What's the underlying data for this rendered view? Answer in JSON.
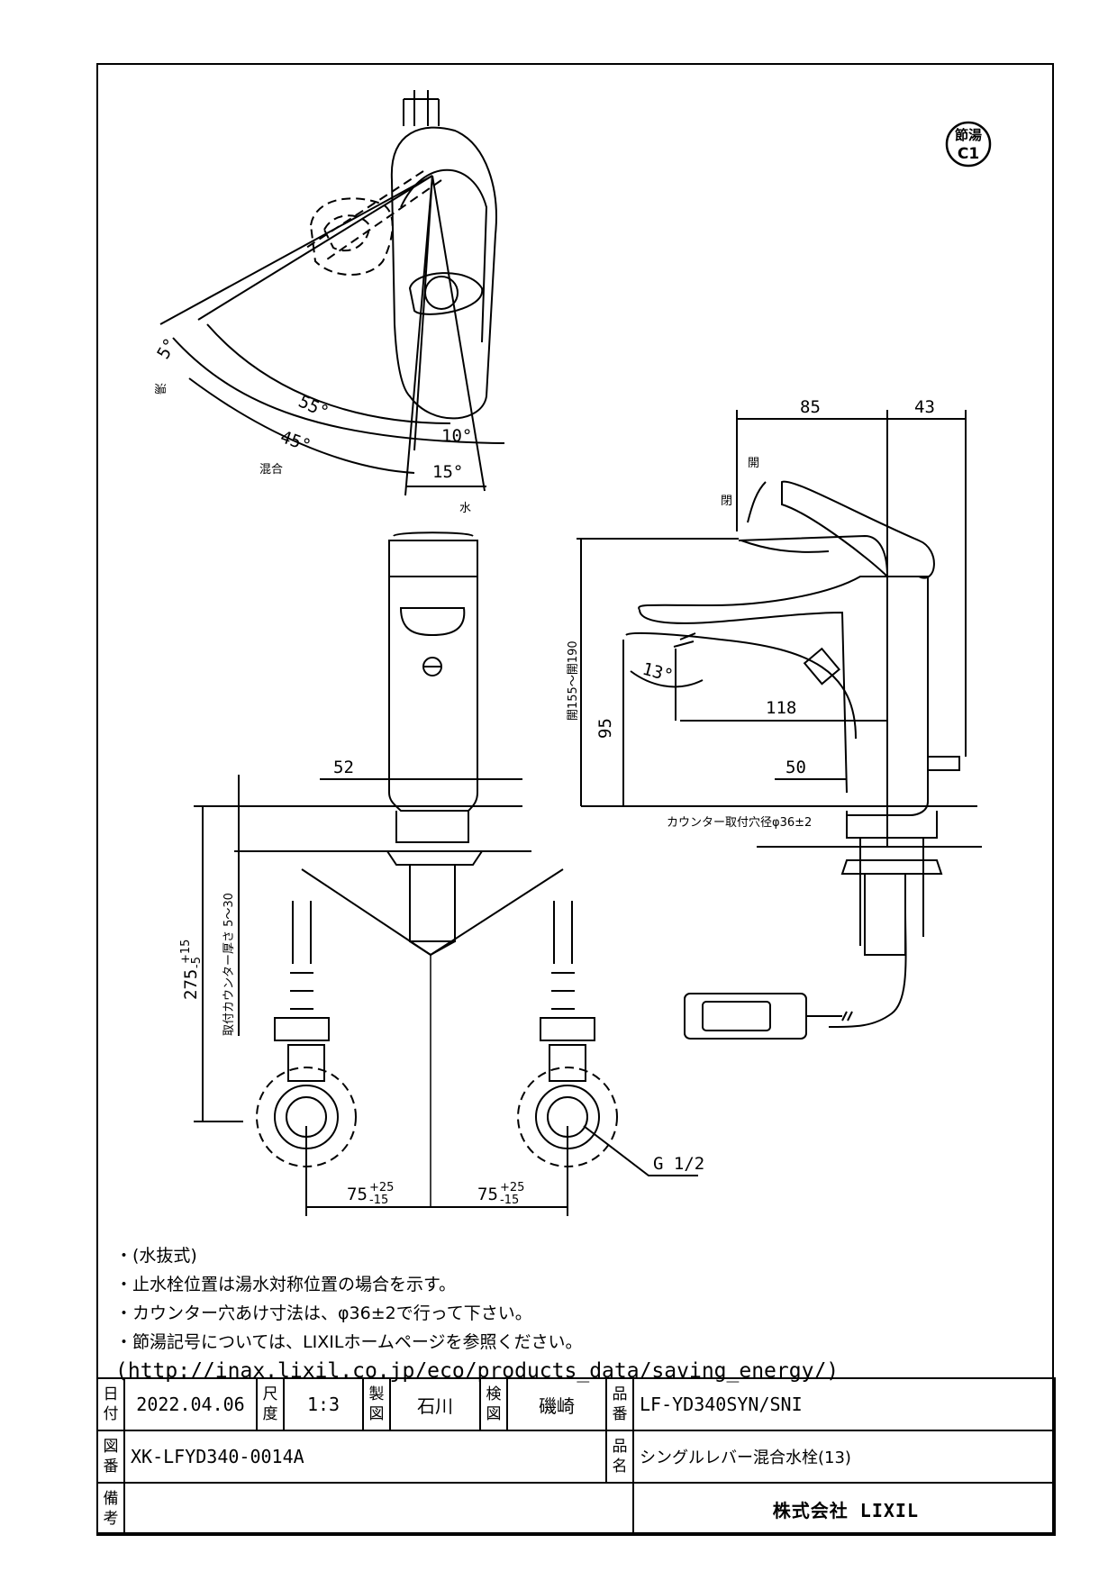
{
  "badge": {
    "line1": "節湯",
    "line2": "C1"
  },
  "top_view": {
    "hot_label": "湯",
    "mix_label": "混合",
    "cold_label": "水",
    "angles": [
      "5°",
      "55°",
      "45°",
      "10°",
      "15°"
    ]
  },
  "side_view": {
    "dims": {
      "top_a": "85",
      "top_b": "43",
      "spout_reach": "118",
      "base_offset": "50",
      "height_95": "95",
      "angle_13": "13°"
    },
    "labels": {
      "open": "開",
      "close": "閉",
      "height_range": "開155～開190",
      "hole_diameter": "カウンター取付穴径φ36±2"
    }
  },
  "front_view": {
    "dims": {
      "width_52": "52",
      "pitch_left": "75",
      "pitch_right": "75",
      "pitch_tol_plus": "+25",
      "pitch_tol_minus": "-15",
      "height_275": "275",
      "h_tol_plus": "+15",
      "h_tol_minus": "-5",
      "thread": "G 1/2"
    },
    "labels": {
      "counter_thickness": "取付カウンター厚さ 5～30"
    }
  },
  "notes": [
    "・(水抜式)",
    "・止水栓位置は湯水対称位置の場合を示す。",
    "・カウンター穴あけ寸法は、φ36±2で行って下さい。",
    "・節湯記号については、LIXILホームページを参照ください。",
    "(http://inax.lixil.co.jp/eco/products_data/saving_energy/)"
  ],
  "title_block": {
    "date_label": "日付",
    "date": "2022.04.06",
    "scale_label": "尺度",
    "scale": "1:3",
    "drawn_label": "製図",
    "drawn_by": "石川",
    "checked_label": "検図",
    "checked_by": "磯崎",
    "part_no_label": "品番",
    "part_no": "LF-YD340SYN/SNI",
    "drawing_no_label": "図番",
    "drawing_no": "XK-LFYD340-0014A",
    "product_name_label": "品名",
    "product_name": "シングルレバー混合水栓(13)",
    "remarks_label": "備考",
    "company": "株式会社 LIXIL"
  }
}
